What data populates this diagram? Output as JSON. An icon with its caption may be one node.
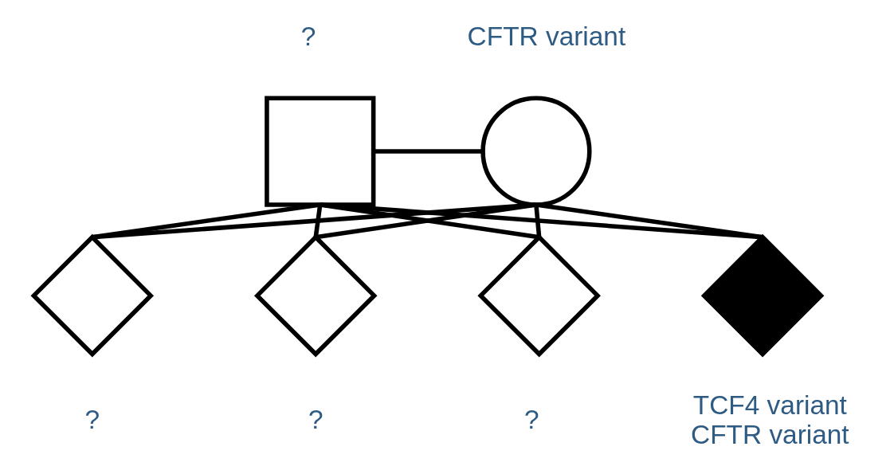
{
  "diagram": {
    "nodes": [
      {
        "text": [],
        "shape": "box",
        "beside": [
          "?"
        ]
      },
      {
        "text": [],
        "shape": "circle",
        "beside": [
          "CFTR variant"
        ]
      },
      {
        "text": [],
        "shape": "diamond",
        "beside": [
          "?"
        ]
      },
      {
        "text": [],
        "shape": "diamond",
        "beside": [
          "?"
        ]
      },
      {
        "text": [],
        "shape": "diamond",
        "beside": [
          "?"
        ]
      },
      {
        "text": [],
        "shape": "diamond",
        "beside": [
          "TCF4 variant",
          "CFTR variant"
        ]
      }
    ],
    "edges": [
      {
        "from": 0,
        "to": 1,
        "arrow": "none"
      },
      {
        "from": 0,
        "to": 2,
        "arrow": "none"
      },
      {
        "from": 1,
        "to": 2,
        "arrow": "none"
      },
      {
        "from": 0,
        "to": 3,
        "arrow": "none"
      },
      {
        "from": 1,
        "to": 3,
        "arrow": "none"
      },
      {
        "from": 0,
        "to": 4,
        "arrow": "none"
      },
      {
        "from": 1,
        "to": 4,
        "arrow": "none"
      },
      {
        "from": 0,
        "to": 5,
        "arrow": "none"
      },
      {
        "from": 1,
        "to": 5,
        "arrow": "none"
      }
    ]
  }
}
